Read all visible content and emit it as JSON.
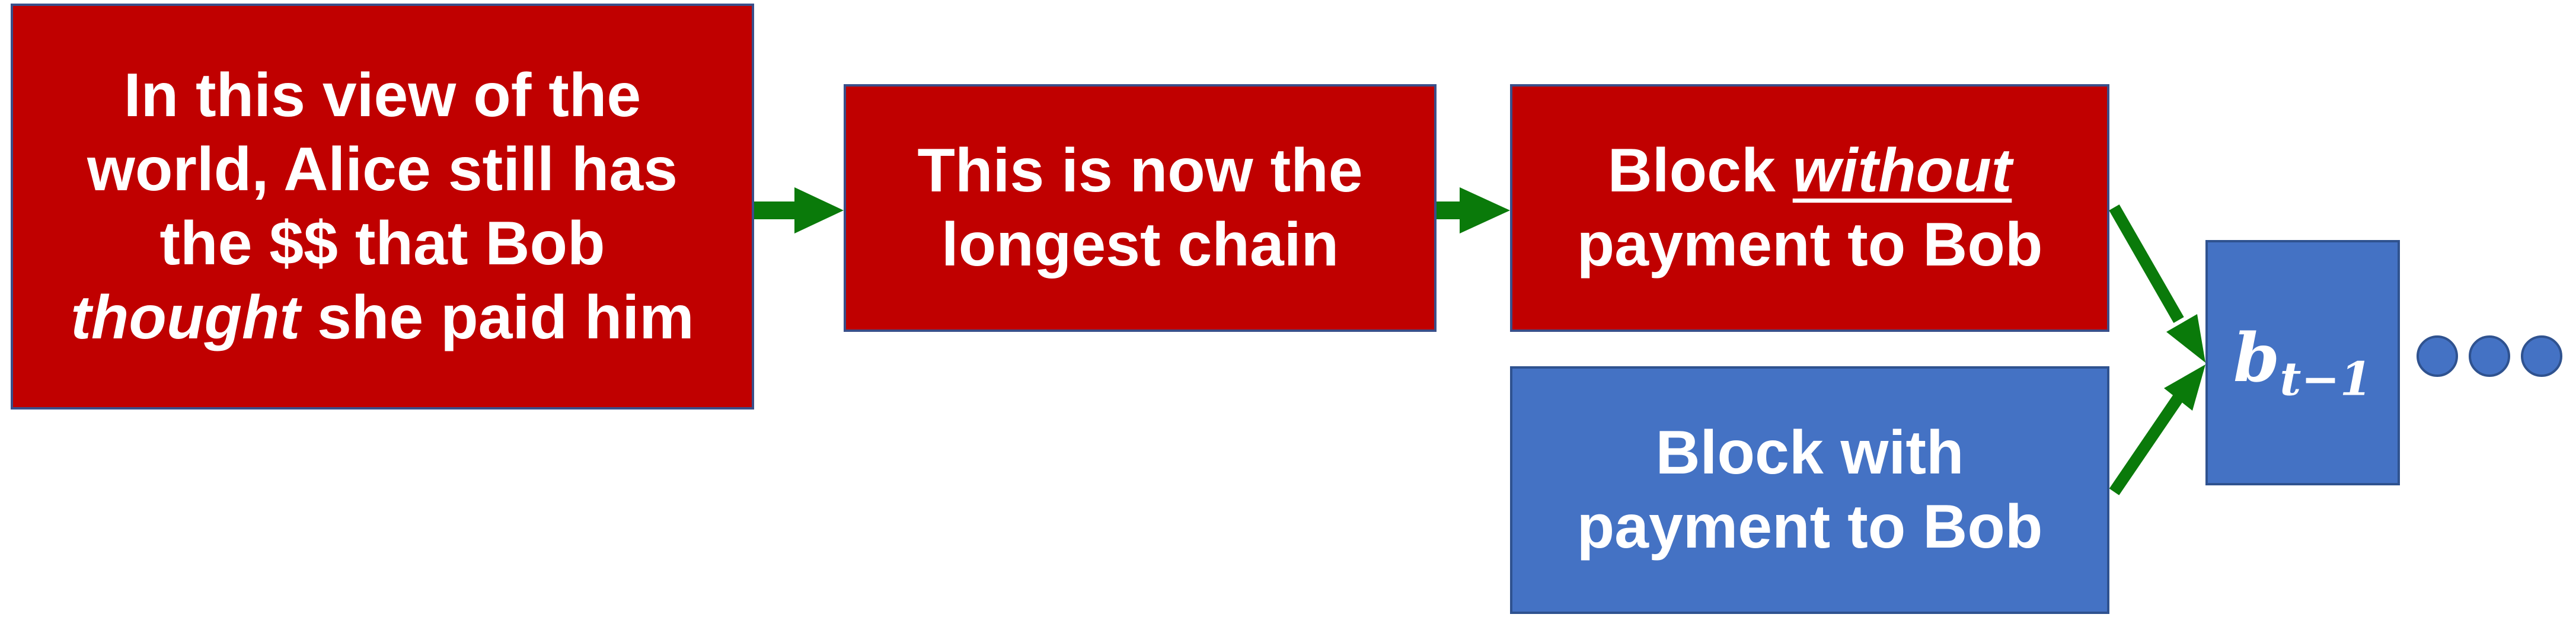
{
  "diagram": {
    "box_alice": {
      "lines": [
        "In this view of the",
        "world, Alice still has",
        "the $$ that Bob"
      ],
      "last_line_italic": "thought",
      "last_line_rest": " she paid him"
    },
    "box_longest": {
      "lines": [
        "This is now the",
        "longest chain"
      ]
    },
    "box_without": {
      "line1_prefix": "Block ",
      "line1_emph": "without",
      "line2": "payment to Bob"
    },
    "box_with": {
      "lines": [
        "Block with",
        "payment to Bob"
      ]
    },
    "box_prev": {
      "base": "b",
      "subscript": "t−1"
    },
    "continuation": "ellipsis-dots",
    "colors": {
      "red_block": "#c00000",
      "blue_block": "#4472c4",
      "arrow": "#0a7a0a"
    }
  }
}
